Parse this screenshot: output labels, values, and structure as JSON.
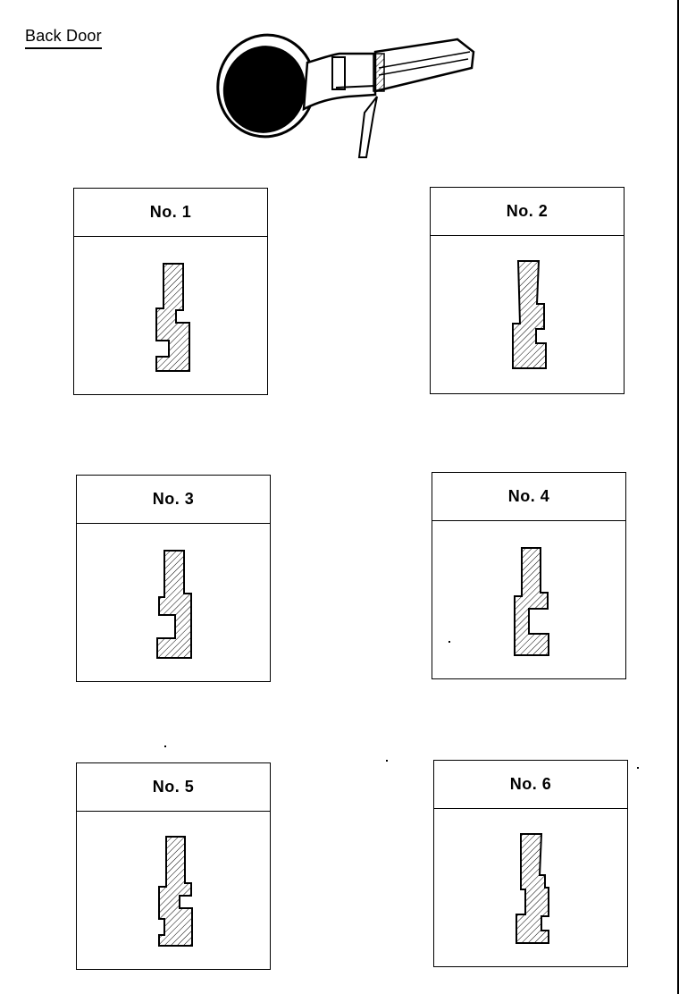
{
  "heading": "Back Door",
  "cuts": [
    {
      "label": "No. 1",
      "shape": "A"
    },
    {
      "label": "No. 2",
      "shape": "B"
    },
    {
      "label": "No. 3",
      "shape": "C"
    },
    {
      "label": "No. 4",
      "shape": "D"
    },
    {
      "label": "No. 5",
      "shape": "E"
    },
    {
      "label": "No. 6",
      "shape": "F"
    }
  ]
}
